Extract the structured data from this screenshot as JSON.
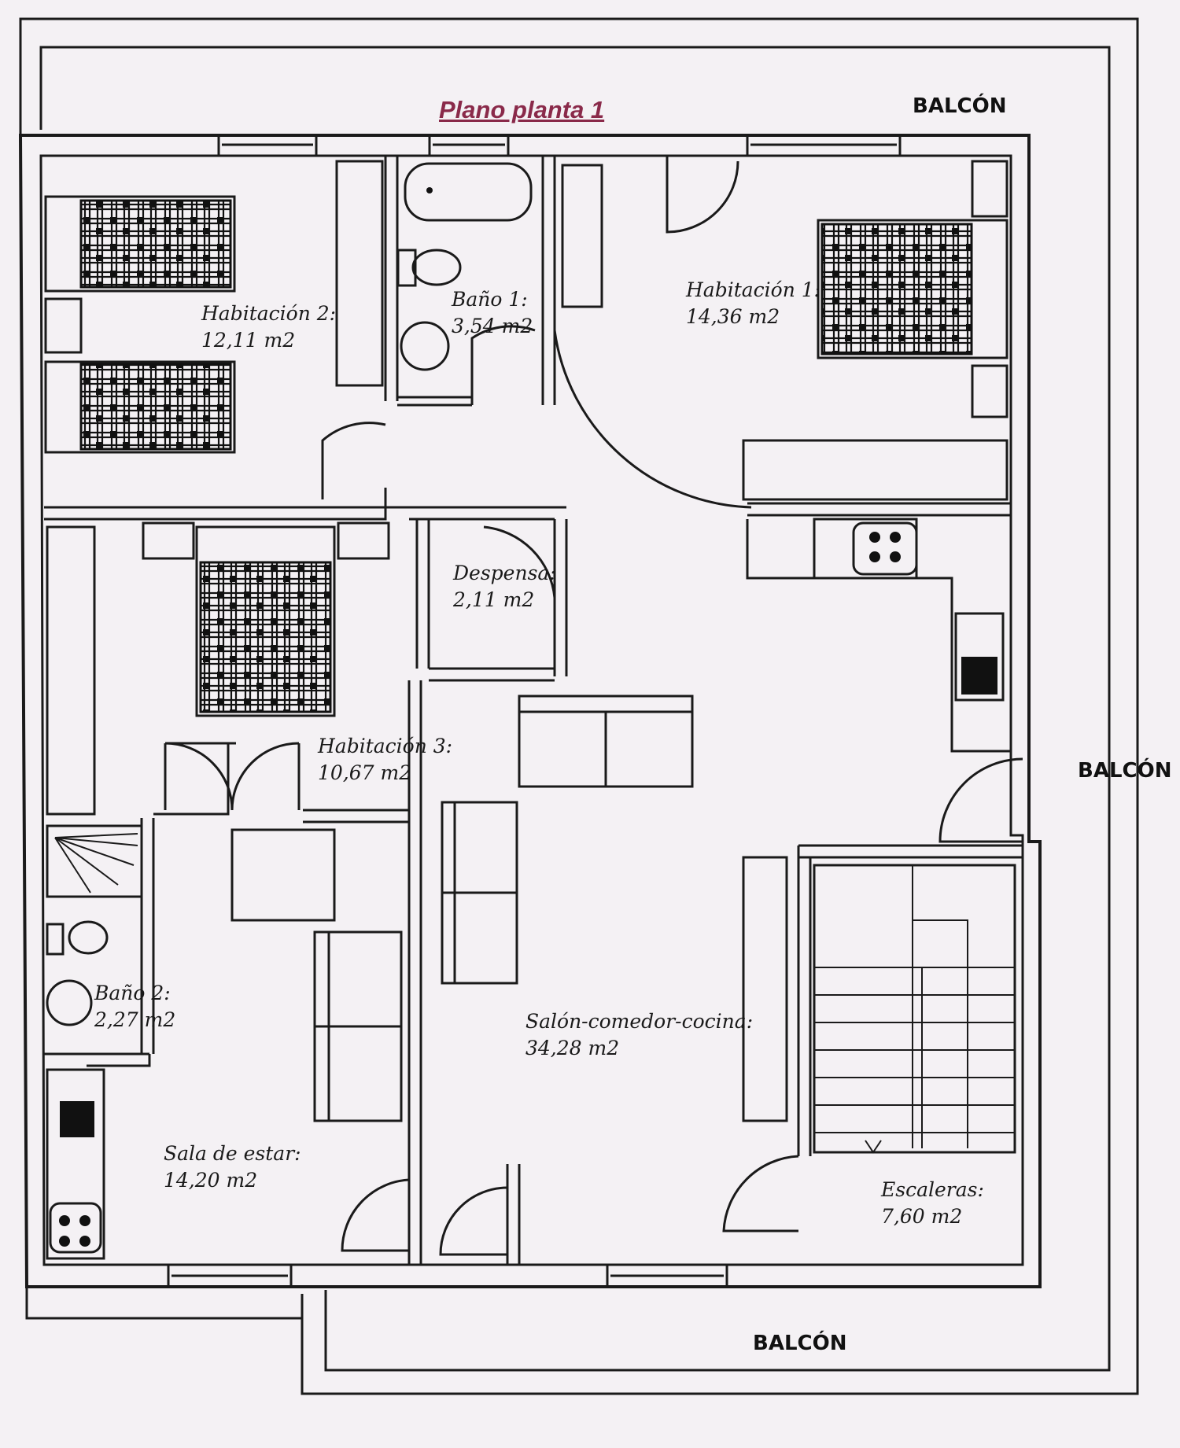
{
  "title": "Plano planta 1",
  "colors": {
    "title": "#8a2a4a",
    "lines": "#1a1a1a",
    "paper": "#f4f1f4"
  },
  "balconies": [
    "BALCÓN",
    "BALCÓN",
    "BALCÓN"
  ],
  "rooms": [
    {
      "name": "Habitación 2:",
      "area": "12,11 m2"
    },
    {
      "name": "Baño 1:",
      "area": "3,54 m2"
    },
    {
      "name": "Habitación 1:",
      "area": "14,36 m2"
    },
    {
      "name": "Despensa:",
      "area": "2,11 m2"
    },
    {
      "name": "Habitación 3:",
      "area": "10,67 m2"
    },
    {
      "name": "Baño 2:",
      "area": "2,27 m2"
    },
    {
      "name": "Salón-comedor-cocina:",
      "area": "34,28 m2"
    },
    {
      "name": "Sala de estar:",
      "area": "14,20 m2"
    },
    {
      "name": "Escaleras:",
      "area": "7,60 m2"
    }
  ]
}
